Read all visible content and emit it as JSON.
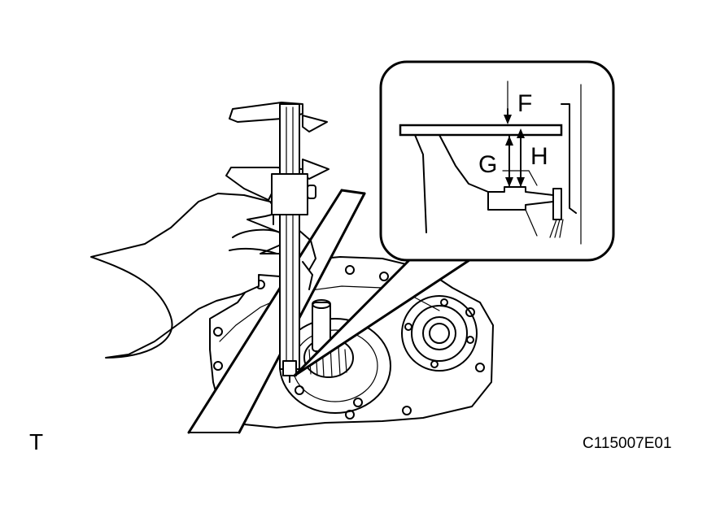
{
  "figure": {
    "corner_mark": "T",
    "code": "C115007E01"
  },
  "detail": {
    "label_f": "F",
    "label_g": "G",
    "label_h": "H"
  },
  "colors": {
    "line": "#000000",
    "background": "#ffffff"
  }
}
